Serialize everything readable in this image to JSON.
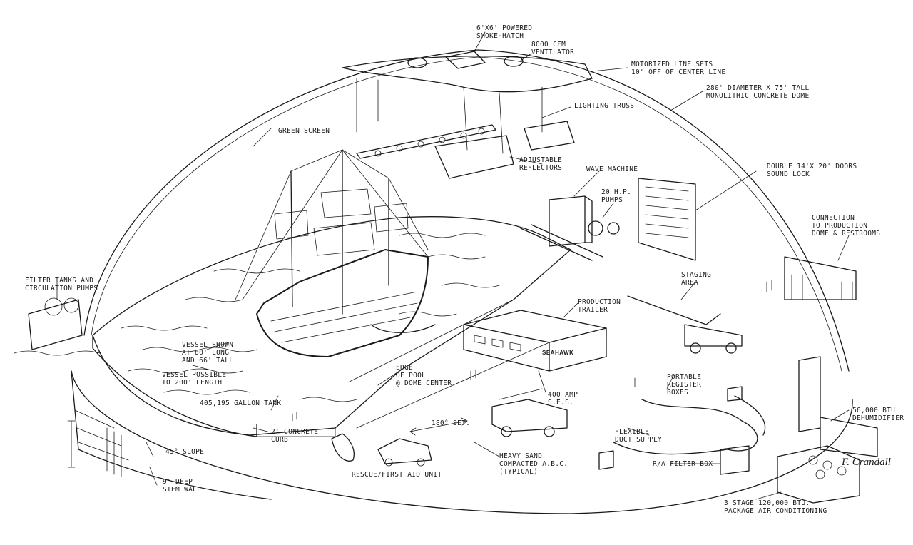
{
  "labels": {
    "smoke_hatch": "6'x6' powered\nsmoke-hatch",
    "ventilator": "8000 cfm\nventilator",
    "line_sets": "motorized line sets\n10' off of center line",
    "dome": "280' diameter x 75' tall\nmonolithic concrete dome",
    "lighting_truss": "lighting truss",
    "green_screen": "green screen",
    "reflectors": "adjustable\nreflectors",
    "wave_machine": "wave machine",
    "pumps": "20 h.p.\npumps",
    "doors": "double 14'x 20' doors\nsound lock",
    "connection": "connection\nto production\ndome & restrooms",
    "filter_tanks": "filter tanks and\ncirculation pumps",
    "staging": "staging\narea",
    "production_trailer": "production\ntrailer",
    "vessel_shown": "vessel shown\nat 80' long\nand 66' tall",
    "vessel_possible": "vessel possible\nto 200' length",
    "gallon_tank": "405,195 gallon tank",
    "edge_pool": "edge\nof pool\n@ dome center",
    "concrete_curb": "2' concrete\ncurb",
    "slope": "45° slope",
    "stem_wall": "9' deep\nstem wall",
    "set": "180° set.",
    "amp": "400 amp\ns.e.s.",
    "register_boxes": "portable\nregister\nboxes",
    "dehumidifier": "56,000 btu\ndehumidifier",
    "flexible_duct": "flexible\nduct supply",
    "filter_box": "r/a filter box",
    "heavy_sand": "heavy sand\ncompacted a.b.c.\n(typical)",
    "rescue": "rescue/first aid unit",
    "air_conditioning": "3 stage 120,000 btu.\npackage air conditioning",
    "trailer_name": "SEAHAWK",
    "signature": "F. Crandall"
  }
}
